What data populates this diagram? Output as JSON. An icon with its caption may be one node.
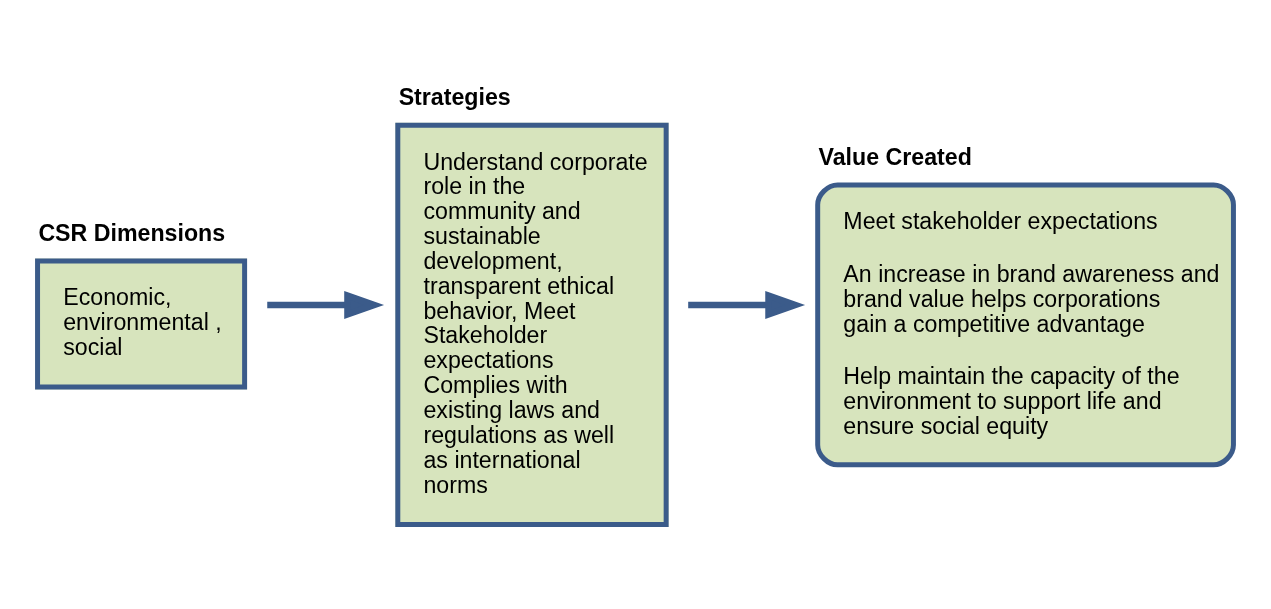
{
  "diagram": {
    "nodes": [
      {
        "text": [
          "CSR Dimensions",
          "Economic, environmental , social"
        ]
      },
      {
        "text": [
          "Strategies",
          "Understand corporate role in the community and sustainable development, transparent ethical behavior, Meet Stakeholder expectations Complies with existing laws and regulations as well as international norms"
        ]
      },
      {
        "text": [
          "Value Created",
          "Meet stakeholder expectations",
          "An increase in brand awareness and brand value helps corporations gain a competitive advantage",
          "Help maintain the capacity of the environment to support life and ensure social equity"
        ]
      }
    ],
    "edges": [
      {
        "from": 0,
        "to": 1,
        "arrow": "to"
      },
      {
        "from": 1,
        "to": 2,
        "arrow": "to"
      }
    ]
  }
}
